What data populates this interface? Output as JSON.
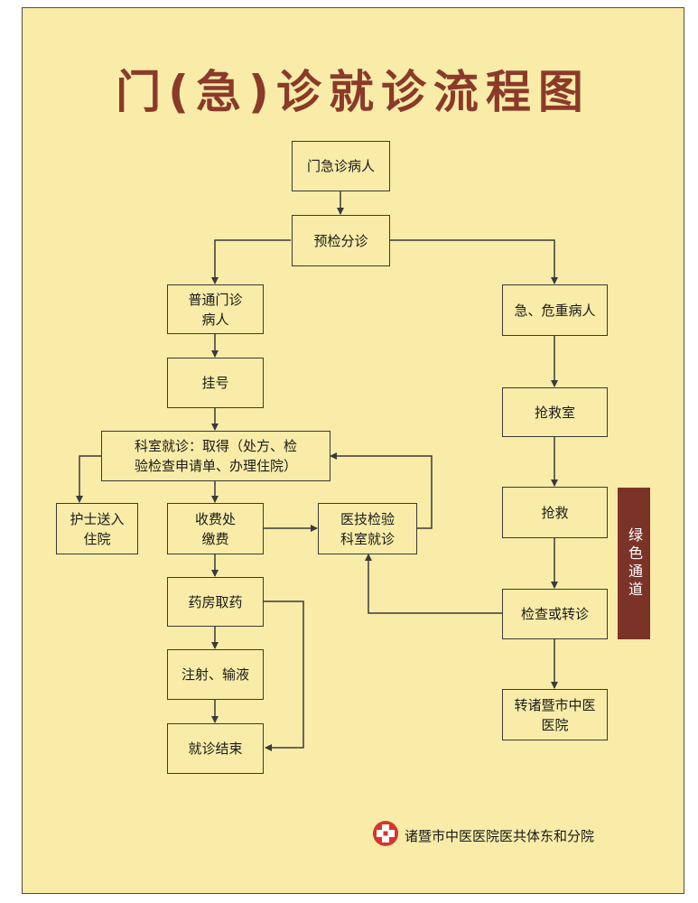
{
  "title": "门(急)诊就诊流程图",
  "nodes": {
    "outpatient": "门急诊病人",
    "triage": "预检分诊",
    "general": "普通门诊\n病人",
    "emergency": "急、危重病人",
    "register": "挂号",
    "rescue_room": "抢救室",
    "dept_visit": "科室就诊：取得（处方、检\n验检查申请单、办理住院）",
    "nurse_admit": "护士送入\n住院",
    "payment": "收费处\n缴费",
    "medtech": "医技检验\n科室就诊",
    "rescue": "抢救",
    "pharmacy": "药房取药",
    "check_transfer": "检查或转诊",
    "injection": "注射、输液",
    "transfer_hospital": "转诸暨市中医\n医院",
    "end": "就诊结束"
  },
  "green_channel": "绿色通道",
  "footer": {
    "hospital": "诸暨市中医医院医共体东和分院",
    "logo_icon": "red-cross-icon"
  },
  "colors": {
    "background": "#f8eca8",
    "title": "#8b3a2a",
    "green_channel": "#7b3328",
    "logo": "#d9342b"
  }
}
